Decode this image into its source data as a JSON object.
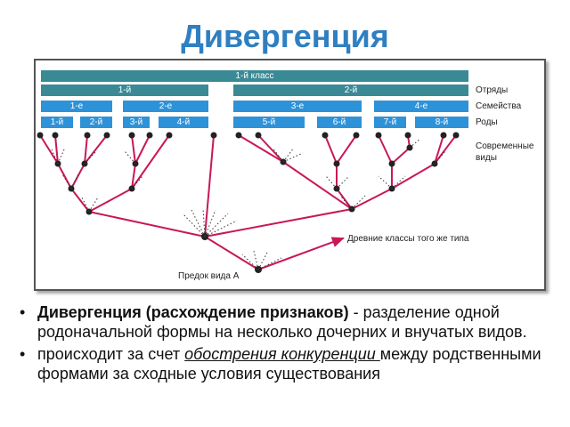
{
  "title": "Дивергенция",
  "diagram": {
    "class_bar": "1-й класс",
    "orders": [
      "1-й",
      "2-й"
    ],
    "families": [
      "1-е",
      "2-е",
      "3-е",
      "4-е"
    ],
    "genera": [
      "1-й",
      "2-й",
      "3-й",
      "4-й",
      "5-й",
      "6-й",
      "7-й",
      "8-й"
    ],
    "row_labels": {
      "orders": "Отряды",
      "families": "Семейства",
      "genera": "Роды",
      "modern_line1": "Современные",
      "modern_line2": "виды"
    },
    "ancient_label": "Древние классы того же типа",
    "ancestor_label": "Предок вида А",
    "colors": {
      "branch": "#c8185a",
      "bar_dark": "#3a8a96",
      "bar_blue": "#2e92d8",
      "title": "#2f7fc1"
    }
  },
  "bullets": [
    {
      "term": "Дивергенция (расхождение признаков)",
      "rest": " - разделение одной родоначальной формы на несколько дочерних и внучатых видов."
    },
    {
      "pre": "происходит за счет ",
      "emph": "обострения конкуренции ",
      "post": "между родственными формами за сходные условия существования"
    }
  ]
}
